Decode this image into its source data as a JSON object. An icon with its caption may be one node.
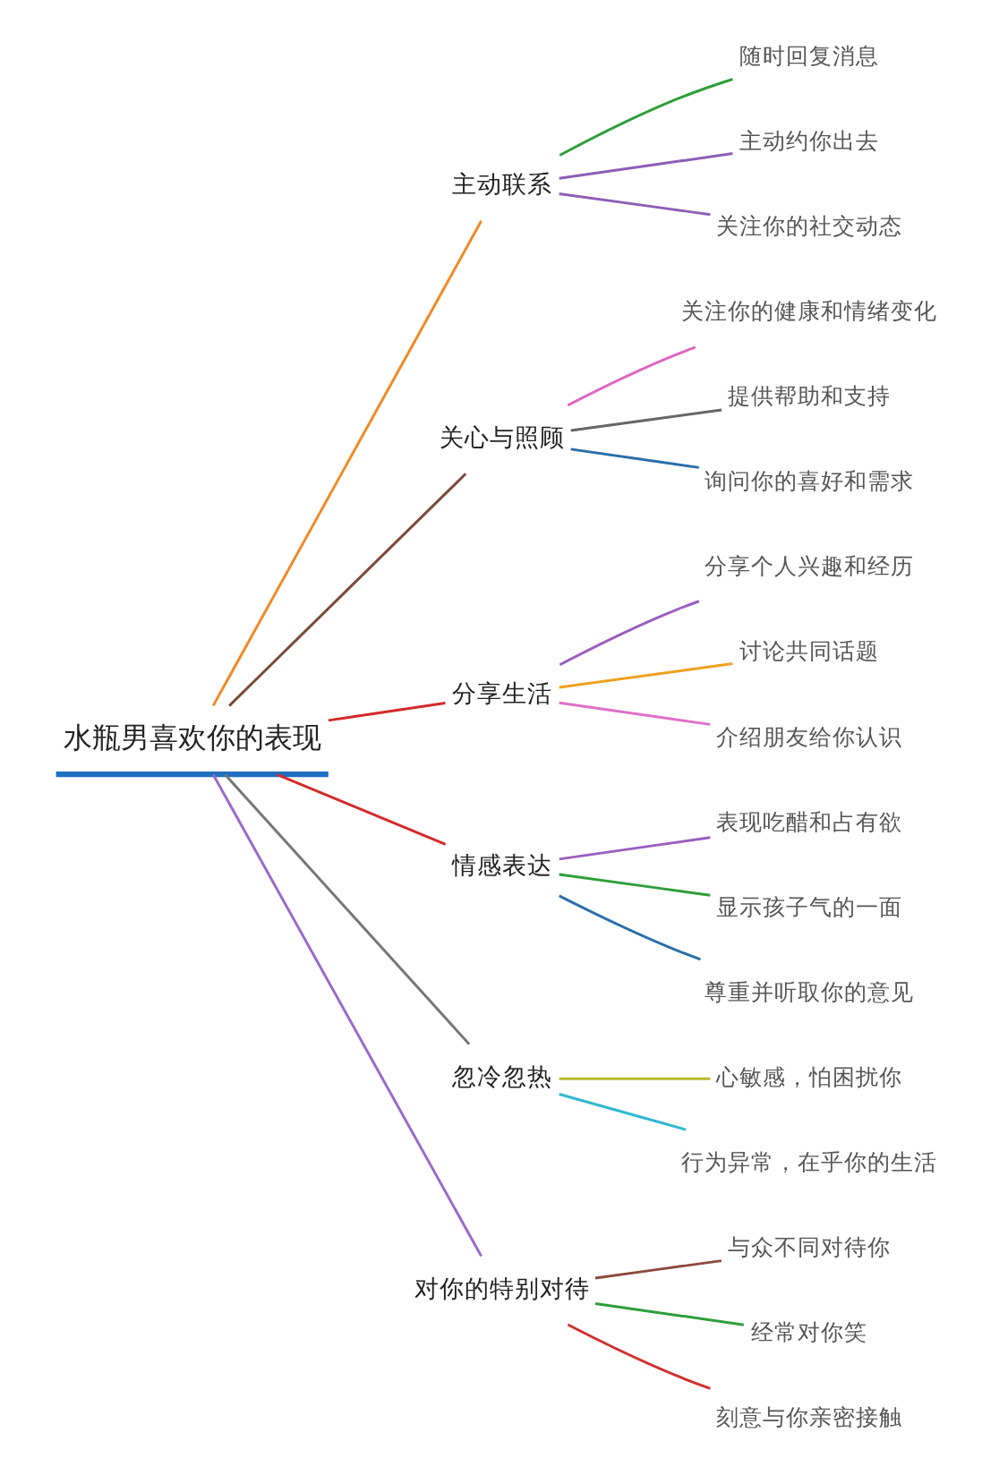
{
  "diagram": {
    "nodes": [
      {
        "text": [
          "水瓶男喜欢你的表现"
        ]
      },
      {
        "text": [
          "主动联系"
        ]
      },
      {
        "text": [
          "随时回复消息"
        ]
      },
      {
        "text": [
          "主动约你出去"
        ]
      },
      {
        "text": [
          "关注你的社交动态"
        ]
      },
      {
        "text": [
          "关心与照顾"
        ]
      },
      {
        "text": [
          "关注你的健康和情绪变化"
        ]
      },
      {
        "text": [
          "提供帮助和支持"
        ]
      },
      {
        "text": [
          "询问你的喜好和需求"
        ]
      },
      {
        "text": [
          "分享生活"
        ]
      },
      {
        "text": [
          "分享个人兴趣和经历"
        ]
      },
      {
        "text": [
          "讨论共同话题"
        ]
      },
      {
        "text": [
          "介绍朋友给你认识"
        ]
      },
      {
        "text": [
          "情感表达"
        ]
      },
      {
        "text": [
          "表现吃醋和占有欲"
        ]
      },
      {
        "text": [
          "显示孩子气的一面"
        ]
      },
      {
        "text": [
          "尊重并听取你的意见"
        ]
      },
      {
        "text": [
          "忽冷忽热"
        ]
      },
      {
        "text": [
          "心敏感，怕困扰你"
        ]
      },
      {
        "text": [
          "行为异常，在乎你的生活"
        ]
      },
      {
        "text": [
          "对你的特别对待"
        ]
      },
      {
        "text": [
          "与众不同对待你"
        ]
      },
      {
        "text": [
          "经常对你笑"
        ]
      },
      {
        "text": [
          "刻意与你亲密接触"
        ]
      }
    ],
    "edges": [
      {
        "from": 0,
        "to": 1,
        "arrow": "none",
        "color": "#f08a24"
      },
      {
        "from": 1,
        "to": 2,
        "arrow": "none",
        "color": "#2e9e3a"
      },
      {
        "from": 1,
        "to": 3,
        "arrow": "none",
        "color": "#8e5db5"
      },
      {
        "from": 1,
        "to": 4,
        "arrow": "none",
        "color": "#8e5db5"
      },
      {
        "from": 0,
        "to": 5,
        "arrow": "none",
        "color": "#7b4a3a"
      },
      {
        "from": 5,
        "to": 6,
        "arrow": "none",
        "color": "#e066c0"
      },
      {
        "from": 5,
        "to": 7,
        "arrow": "none",
        "color": "#666666"
      },
      {
        "from": 5,
        "to": 8,
        "arrow": "none",
        "color": "#2a6fa8"
      },
      {
        "from": 0,
        "to": 9,
        "arrow": "none",
        "color": "#d42a2a"
      },
      {
        "from": 9,
        "to": 10,
        "arrow": "none",
        "color": "#9a5ec0"
      },
      {
        "from": 9,
        "to": 11,
        "arrow": "none",
        "color": "#f0a020"
      },
      {
        "from": 9,
        "to": 12,
        "arrow": "none",
        "color": "#e070c8"
      },
      {
        "from": 0,
        "to": 13,
        "arrow": "none",
        "color": "#d42a2a"
      },
      {
        "from": 13,
        "to": 14,
        "arrow": "none",
        "color": "#9a5ec0"
      },
      {
        "from": 13,
        "to": 15,
        "arrow": "none",
        "color": "#2e9e3a"
      },
      {
        "from": 13,
        "to": 16,
        "arrow": "none",
        "color": "#2a6fa8"
      },
      {
        "from": 0,
        "to": 17,
        "arrow": "none",
        "color": "#777777"
      },
      {
        "from": 17,
        "to": 18,
        "arrow": "none",
        "color": "#b8b830"
      },
      {
        "from": 17,
        "to": 19,
        "arrow": "none",
        "color": "#30b8d0"
      },
      {
        "from": 0,
        "to": 20,
        "arrow": "none",
        "color": "#9a6ac8"
      },
      {
        "from": 20,
        "to": 21,
        "arrow": "none",
        "color": "#8a4a3a"
      },
      {
        "from": 20,
        "to": 22,
        "arrow": "none",
        "color": "#2e9e3a"
      },
      {
        "from": 20,
        "to": 23,
        "arrow": "none",
        "color": "#d03030"
      }
    ]
  }
}
